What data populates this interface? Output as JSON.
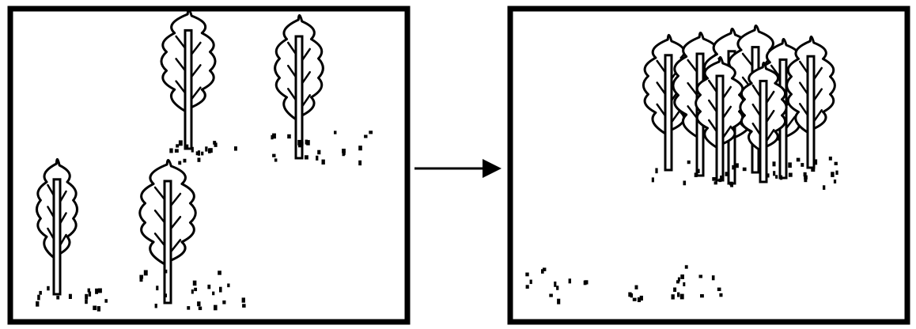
{
  "diagram": {
    "panels": [
      {
        "id": "before",
        "tree_count": 4
      },
      {
        "id": "after",
        "tree_count": 8
      }
    ],
    "arrow": {
      "direction": "right"
    },
    "colors": {
      "ink": "#000000",
      "background": "#ffffff"
    }
  }
}
